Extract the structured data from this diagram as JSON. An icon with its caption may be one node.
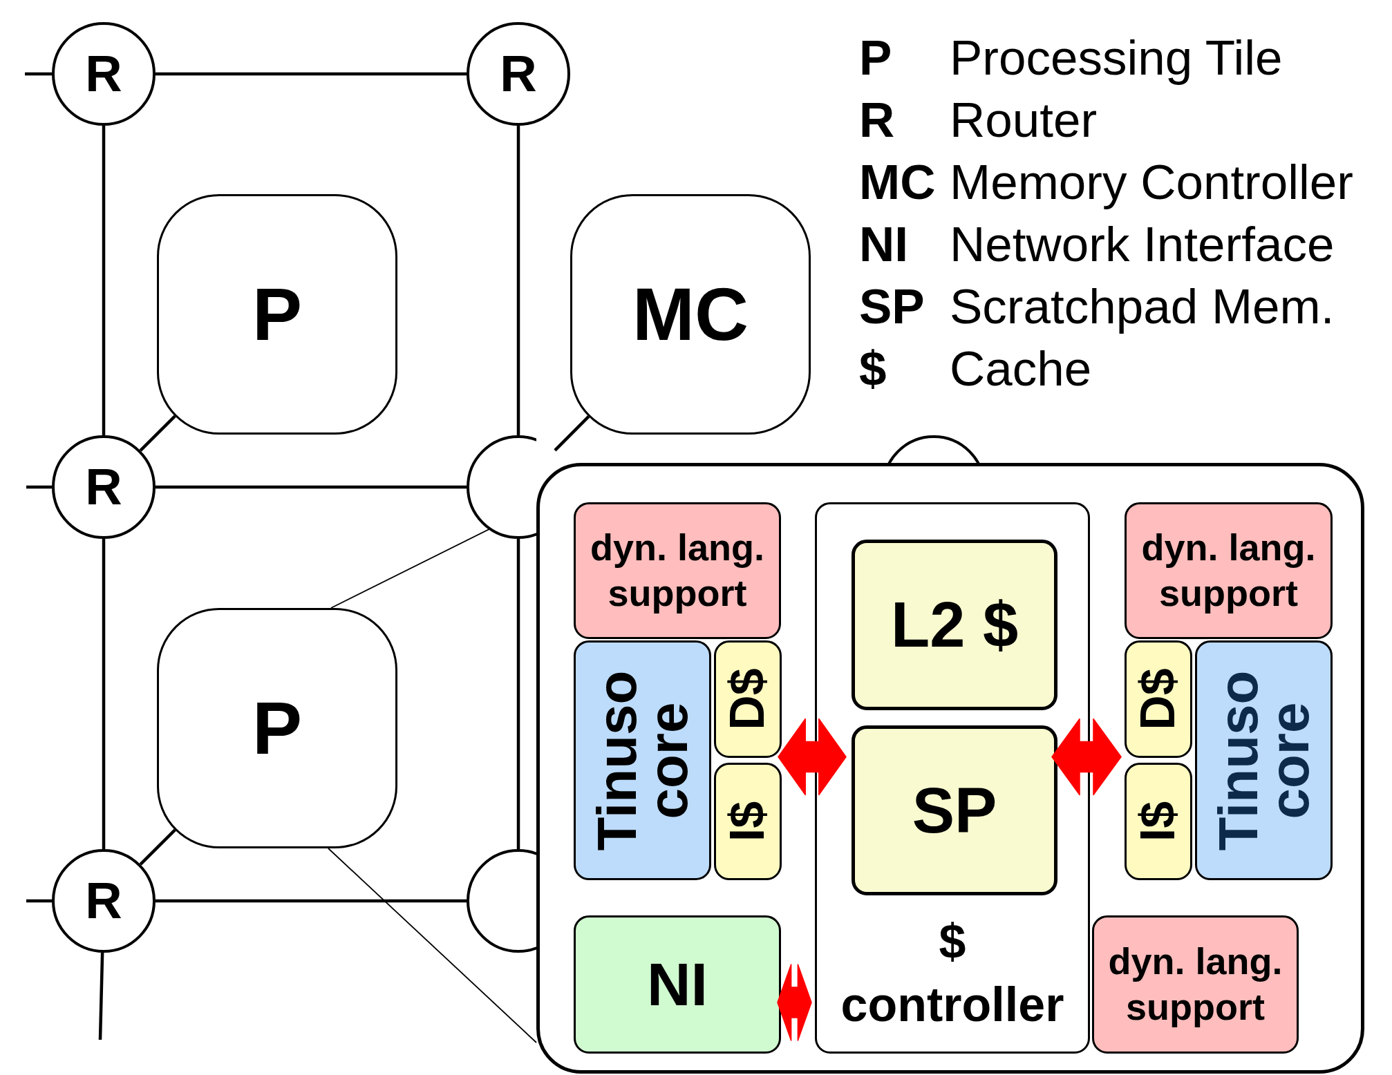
{
  "diagram": {
    "nodes": [
      {
        "text": [
          "R"
        ]
      },
      {
        "text": [
          "R"
        ]
      },
      {
        "text": [
          "P"
        ]
      },
      {
        "text": [
          "MC"
        ]
      },
      {
        "text": [
          "R"
        ]
      },
      {
        "text": [],
        "shape": "circle"
      },
      {
        "text": [],
        "shape": "circle"
      },
      {
        "text": [
          "P"
        ]
      },
      {
        "text": [
          "R"
        ]
      },
      {
        "text": [],
        "shape": "circle"
      },
      {
        "text": [],
        "shape": "box"
      },
      {
        "text": [
          "dyn. lang. support"
        ],
        "in": 10
      },
      {
        "text": [
          "Tinuso core"
        ],
        "in": 10
      },
      {
        "text": [
          "D$"
        ],
        "in": 10
      },
      {
        "text": [
          "I$"
        ],
        "in": 10
      },
      {
        "text": [
          "NI"
        ],
        "in": 10
      },
      {
        "text": [
          "$ controller"
        ],
        "in": 10
      },
      {
        "text": [
          "L2 $"
        ],
        "in": 16
      },
      {
        "text": [
          "SP"
        ],
        "in": 16
      },
      {
        "text": [
          "dyn. lang. support"
        ],
        "in": 10
      },
      {
        "text": [
          "D$"
        ],
        "in": 10
      },
      {
        "text": [
          "I$"
        ],
        "in": 10
      },
      {
        "text": [
          "Tinuso core"
        ],
        "in": 10
      },
      {
        "text": [
          "dyn. lang. support"
        ],
        "in": 10
      }
    ],
    "edges": [
      {
        "from": 0,
        "to": 1,
        "arrow": "none"
      },
      {
        "from": 0,
        "to": 4,
        "arrow": "none"
      },
      {
        "from": 4,
        "to": 8,
        "arrow": "none"
      },
      {
        "from": 1,
        "to": 5,
        "arrow": "none"
      },
      {
        "from": 5,
        "to": 9,
        "arrow": "none"
      },
      {
        "from": 4,
        "to": 5,
        "arrow": "none"
      },
      {
        "from": 8,
        "to": 9,
        "arrow": "none"
      },
      {
        "from": 4,
        "to": 2,
        "arrow": "none"
      },
      {
        "from": 8,
        "to": 7,
        "arrow": "none"
      },
      {
        "from": 5,
        "to": 3,
        "arrow": "none"
      },
      {
        "from": null,
        "to": 0,
        "arrow": "none"
      },
      {
        "from": null,
        "to": 4,
        "arrow": "none"
      },
      {
        "from": null,
        "to": 8,
        "arrow": "none"
      },
      {
        "from": 8,
        "to": null,
        "arrow": "none"
      },
      {
        "from": 7,
        "to": 10,
        "arrow": "none"
      },
      {
        "from": 7,
        "to": 10,
        "arrow": "none"
      },
      {
        "from": 13,
        "to": 18,
        "arrow": "both",
        "style": "thick",
        "color": "#ff0000"
      },
      {
        "from": 14,
        "to": 18,
        "arrow": "both",
        "style": "thick",
        "color": "#ff0000"
      },
      {
        "from": 18,
        "to": 20,
        "arrow": "both",
        "style": "thick",
        "color": "#ff0000"
      },
      {
        "from": 18,
        "to": 21,
        "arrow": "both",
        "style": "thick",
        "color": "#ff0000"
      },
      {
        "from": 15,
        "to": 16,
        "arrow": "both",
        "style": "thick",
        "color": "#ff0000"
      }
    ],
    "labels": [
      "P",
      "Processing Tile",
      "R",
      "Router",
      "MC",
      "Memory Controller",
      "NI",
      "Network Interface",
      "SP",
      "Scratchpad Mem.",
      "$",
      "Cache"
    ]
  }
}
